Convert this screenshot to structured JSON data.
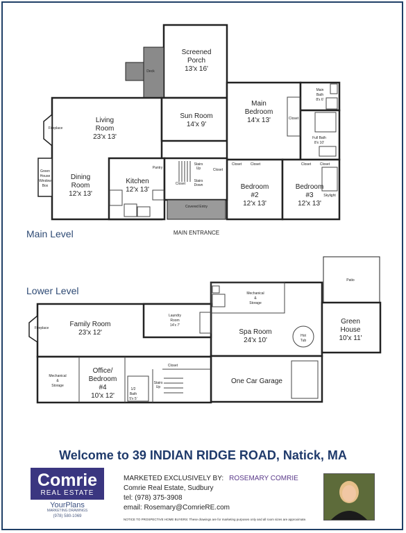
{
  "levels": {
    "main": "Main Level",
    "lower": "Lower Level"
  },
  "main_entrance": "MAIN ENTRANCE",
  "rooms_main": {
    "screened_porch": {
      "name": "Screened\nPorch",
      "size": "13'x 16'"
    },
    "deck": "Deck",
    "living_room": {
      "name": "Living\nRoom",
      "size": "23'x 13'"
    },
    "sun_room": {
      "name": "Sun Room",
      "size": "14'x 9'"
    },
    "main_bedroom": {
      "name": "Main\nBedroom",
      "size": "14'x 13'"
    },
    "main_bath": {
      "name": "Main\nBath",
      "size": "8'x 6'"
    },
    "full_bath": {
      "name": "Full Bath",
      "size": "8'x 10'"
    },
    "fireplace": "Fireplace",
    "green_house_window_box": "Green\nHouse\nWindow\nBox",
    "dining_room": {
      "name": "Dining\nRoom",
      "size": "12'x 13'"
    },
    "kitchen": {
      "name": "Kitchen",
      "size": "12'x 13'"
    },
    "pantry": "Pantry",
    "closet": "Closet",
    "stairs_up": "Stairs\nUp",
    "stairs_down": "Stairs\nDown",
    "covered_entry": "Covered Entry",
    "bedroom2": {
      "name": "Bedroom\n#2",
      "size": "12'x 13'"
    },
    "bedroom3": {
      "name": "Bedroom\n#3",
      "size": "12'x 13'"
    },
    "skylight": "Skylight"
  },
  "rooms_lower": {
    "patio": "Patio",
    "mechanical_storage": "Mechanical\n&\nStorage",
    "family_room": {
      "name": "Family Room",
      "size": "23'x 12'"
    },
    "laundry_room": {
      "name": "Laundry\nRoom",
      "size": "14'x 7'"
    },
    "spa_room": {
      "name": "Spa Room",
      "size": "24'x 10'"
    },
    "hot_tub": "Hot\nTub",
    "green_house": {
      "name": "Green\nHouse",
      "size": "10'x 11'"
    },
    "fireplace": "Fireplace",
    "mechanical_storage2": "Mechanical\n&\nStorage",
    "office": {
      "name": "Office/\nBedroom\n#4",
      "size": "10'x 12'"
    },
    "half_bath": {
      "name": "1/2\nBath",
      "size": "5'x 5'"
    },
    "closet": "Closet",
    "stairs_up": "Stairs\nUp",
    "garage": "One Car Garage"
  },
  "title": "Welcome to 39 INDIAN RIDGE ROAD, Natick, MA",
  "logo": {
    "line1": "Comrie",
    "line2": "REAL ESTATE"
  },
  "yourplans": {
    "name": "YourPlans",
    "tag": "MARKETING DRAWINGS",
    "phone": "(978) 580-1069"
  },
  "contact": {
    "marketed": "MARKETED EXCLUSIVELY BY:",
    "agent": "ROSEMARY COMRIE",
    "company": "Comrie Real Estate, Sudbury",
    "tel": "tel: (978) 375-3908",
    "email": "email: Rosemary@ComrieRE.com"
  },
  "notice": "NOTICE TO PROSPECTIVE HOME BUYERS: These drawings are for marketing purposes only and all room sizes are approximate.",
  "colors": {
    "wall": "#222222",
    "accent": "#1f3a6b",
    "logo": "#3a3680"
  }
}
